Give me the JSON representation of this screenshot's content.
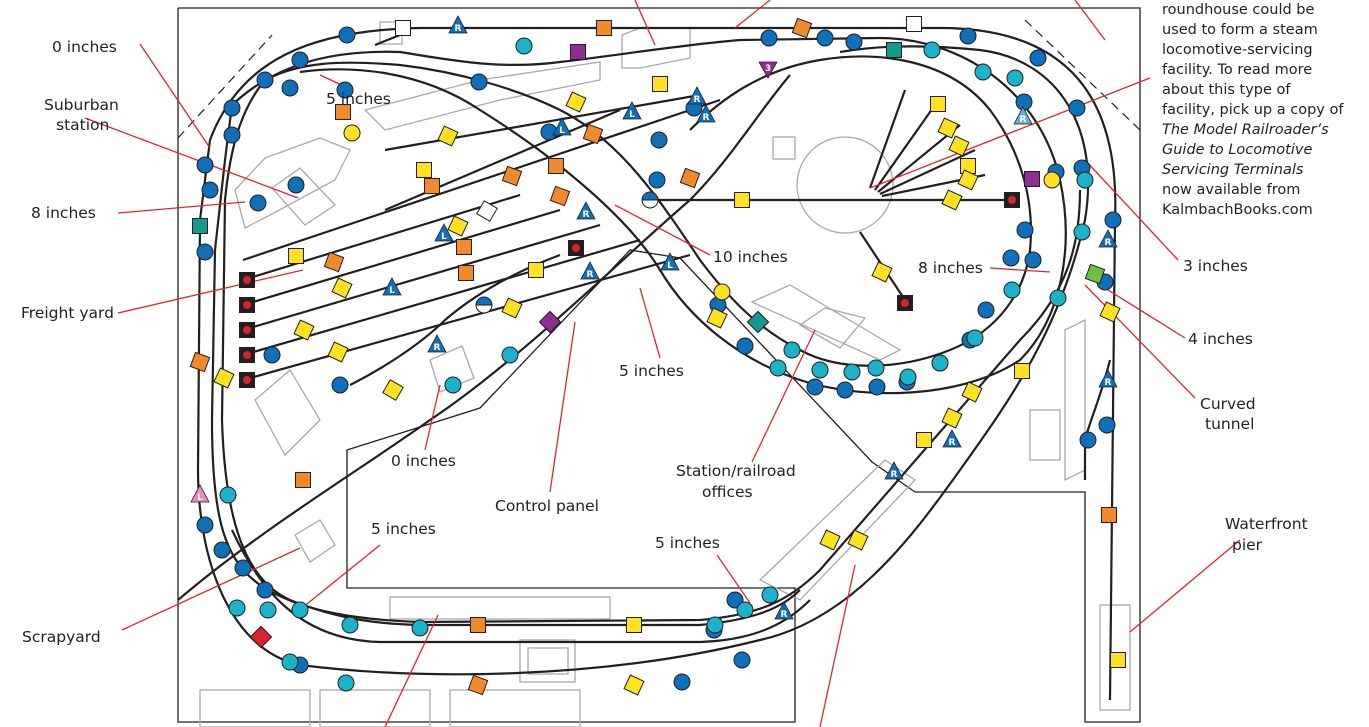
{
  "labels": {
    "zero_top": "0 inches",
    "suburban_1": "Suburban",
    "suburban_2": "station",
    "five_upper": "5 inches",
    "eight_left": "8 inches",
    "freight_yard": "Freight yard",
    "ten_inches": "10 inches",
    "eight_right": "8 inches",
    "three_inches": "3 inches",
    "four_inches": "4 inches",
    "curved_1": "Curved",
    "curved_2": "tunnel",
    "five_mid": "5 inches",
    "zero_mid": "0 inches",
    "station_1": "Station/railroad",
    "station_2": "offices",
    "control_panel": "Control panel",
    "five_bottom_left": "5 inches",
    "five_bottom_right": "5 inches",
    "scrapyard": "Scrapyard",
    "waterfront_1": "Waterfront",
    "waterfront_2": "pier"
  },
  "note": {
    "line1": "roundhouse could be",
    "line2": "used to form a steam",
    "line3": "locomotive-servicing",
    "line4": "facility. To read more",
    "line5": "about this type of",
    "line6": "facility, pick up a copy of",
    "line7": "The Model Railroader’s",
    "line8": "Guide to Locomotive",
    "line9": "Servicing Terminals",
    "line10": "now available from",
    "line11": "KalmbachBooks.com"
  },
  "switch_letters": {
    "reverse": "R",
    "left": "L",
    "three": "3"
  },
  "colors": {
    "track": "#231f20",
    "callout": "#e3242b",
    "blue": "#0f6fb8",
    "teal": "#1bb3c9",
    "orange": "#f1892d",
    "yellow": "#ffe21f",
    "purple": "#8f2d91",
    "green": "#6fbf44",
    "dark_teal": "#139b8e",
    "pink": "#e98ab8",
    "red": "#d7232f",
    "structure": "#a7a9ac"
  }
}
